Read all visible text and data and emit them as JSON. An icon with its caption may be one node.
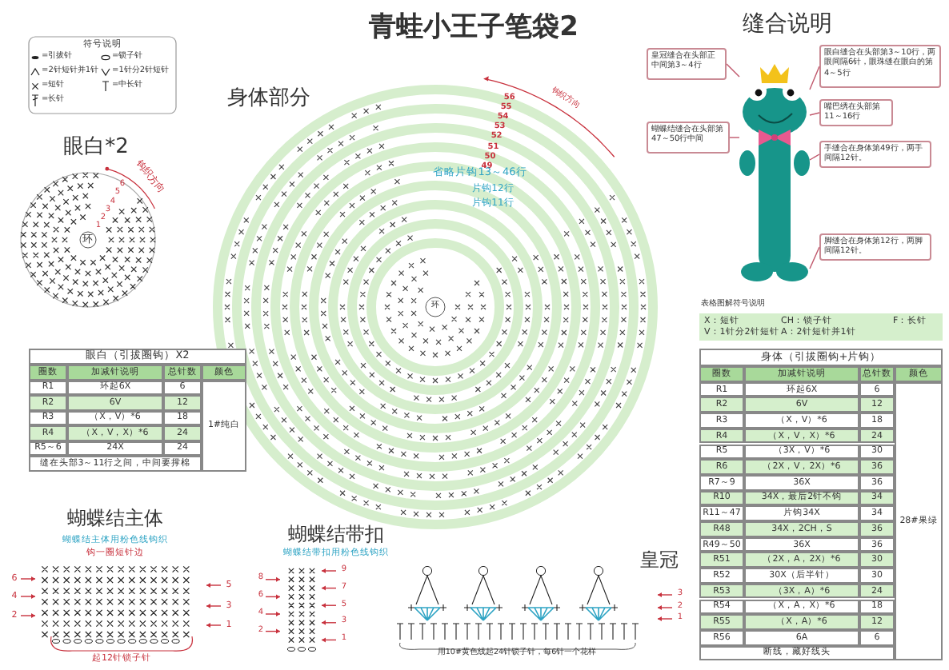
{
  "diagram": {
    "title": "青蛙小王子笔袋2",
    "nodes": [
      {
        "text": [
          "皇冠缝合在头部正中间第3～4行"
        ]
      },
      {
        "text": [
          "眼白缝合在头部第3～10行，两眼间隔6针，眼珠缝在眼白的第4～5行"
        ]
      },
      {
        "text": [
          "嘴巴绣在头部第11～16行"
        ]
      },
      {
        "text": [
          "蝴蝶结缝合在头部第47～50行中间"
        ]
      },
      {
        "text": [
          "手缝合在身体第49行，两手间隔12针。"
        ]
      },
      {
        "text": [
          "脚缝合在身体第12行，两脚间隔12针。"
        ]
      },
      {
        "text": [],
        "shape": "picture"
      }
    ],
    "edges": [
      {
        "from": 0,
        "to": 6,
        "arrow": "none"
      },
      {
        "from": 1,
        "to": 6,
        "arrow": "none"
      },
      {
        "from": 2,
        "to": 6,
        "arrow": "none"
      },
      {
        "from": 3,
        "to": 6,
        "arrow": "none"
      },
      {
        "from": 4,
        "to": 6,
        "arrow": "none"
      },
      {
        "from": 5,
        "to": 6,
        "arrow": "none"
      }
    ],
    "labels": [
      "符号说明",
      "眼白*2",
      "1",
      "2",
      "3",
      "4",
      "5",
      "6",
      "钩织方向",
      "环",
      "眼白（引拔圈钩）X2",
      "圈数",
      "加减针说明",
      "总针数",
      "颜色",
      "R1",
      "环起6X",
      "6",
      "R2",
      "6V",
      "12",
      "R3",
      "（X，V）*6",
      "18",
      "R4",
      "（X，V，X）*6",
      "24",
      "R5～6",
      "24X",
      "24",
      "1#纯白",
      "缝在头部3～11行之间，中间要撑棉",
      "身体部分",
      "56",
      "55",
      "54",
      "53",
      "52",
      "51",
      "50",
      "49",
      "钩织方向",
      "省略片钩13～46行",
      "片钩12行",
      "片钩11行",
      "环",
      "缝合说明",
      "表格图解符号说明",
      "X：短针",
      "CH：锁子针",
      "F：长针",
      "V：1针分2针短针",
      "A：2针短针并1针",
      "身体（引拔圈钩+片钩）",
      "圈数",
      "加减针说明",
      "总针数",
      "颜色",
      "R1",
      "环起6X",
      "6",
      "R2",
      "6V",
      "12",
      "R3",
      "（X，V）*6",
      "18",
      "R4",
      "（X，V，X）*6",
      "24",
      "R5",
      "（3X，V）*6",
      "30",
      "R6",
      "（2X，V，2X）*6",
      "36",
      "R7～9",
      "36X",
      "36",
      "R10",
      "34X，最后2针不钩",
      "34",
      "R11～47",
      "片钩34X",
      "34",
      "R48",
      "34X，2CH，S",
      "36",
      "R49～50",
      "36X",
      "36",
      "R51",
      "（2X，A，2X）*6",
      "30",
      "R52",
      "30X（后半针）",
      "30",
      "R53",
      "（3X，A）*6",
      "24",
      "R54",
      "（X，A，X）*6",
      "18",
      "R55",
      "（X，A）*6",
      "12",
      "R56",
      "6A",
      "6",
      "28#果绿",
      "断线，藏好线头",
      "蝴蝶结主体",
      "蝴蝶结主体用粉色线钩织",
      "钩一圈短针边",
      "6",
      "5",
      "4",
      "3",
      "2",
      "1",
      "起12针锁子针",
      "蝴蝶结带扣",
      "蝴蝶结带扣用粉色线钩织",
      "9",
      "8",
      "7",
      "6",
      "5",
      "4",
      "3",
      "2",
      "1",
      "皇冠",
      "3",
      "2",
      "1",
      "用10#黄色线起24针锁子针，每6针一个花样"
    ],
    "legend": [
      {
        "text": "=引拔针"
      },
      {
        "text": "=锁子针"
      },
      {
        "text": "=2针短针并1针"
      },
      {
        "text": "=1针分2针短针"
      },
      {
        "text": "=短针"
      },
      {
        "text": "=中长针"
      },
      {
        "text": "=长针"
      }
    ]
  }
}
